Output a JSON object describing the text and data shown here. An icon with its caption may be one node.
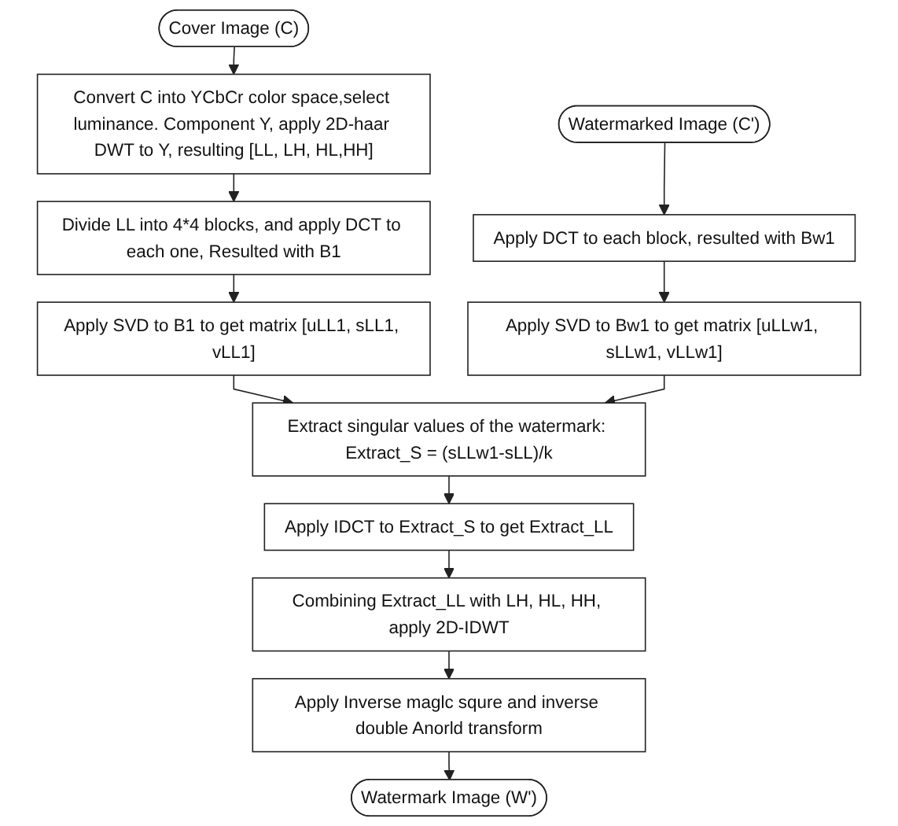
{
  "diagram": {
    "nodes": [
      {
        "text": [
          "Cover Image (C)"
        ]
      },
      {
        "text": [
          "Convert C into YCbCr color space,select luminance. Component Y, apply 2D-haar DWT to Y, resulting [LL, LH, HL,HH]"
        ]
      },
      {
        "text": [
          "Divide LL into 4*4 blocks, and apply DCT to each one, Resulted with B1"
        ]
      },
      {
        "text": [
          "Apply SVD to B1 to get matrix [uLL1, sLL1, vLL1]"
        ]
      },
      {
        "text": [
          "Watermarked Image (C')"
        ]
      },
      {
        "text": [
          "Apply DCT to each block, resulted with Bw1"
        ]
      },
      {
        "text": [
          "Apply SVD to Bw1 to get matrix [uLLw1, sLLw1, vLLw1]"
        ]
      },
      {
        "text": [
          "Extract singular values of the watermark: Extract_S = (sLLw1-sLL)/k"
        ]
      },
      {
        "text": [
          "Apply IDCT to Extract_S to get Extract_LL"
        ]
      },
      {
        "text": [
          "Combining Extract_LL with LH, HL, HH, apply 2D-IDWT"
        ]
      },
      {
        "text": [
          "Apply Inverse maglc squre and inverse double Anorld transform"
        ]
      },
      {
        "text": [
          "Watermark Image (W')"
        ]
      }
    ],
    "edges": [
      {
        "from": 0,
        "to": 1,
        "arrow": "to"
      },
      {
        "from": 1,
        "to": 2,
        "arrow": "to"
      },
      {
        "from": 2,
        "to": 3,
        "arrow": "to"
      },
      {
        "from": 3,
        "to": 7,
        "arrow": "to"
      },
      {
        "from": 4,
        "to": 5,
        "arrow": "to"
      },
      {
        "from": 5,
        "to": 6,
        "arrow": "to"
      },
      {
        "from": 6,
        "to": 7,
        "arrow": "to"
      },
      {
        "from": 7,
        "to": 8,
        "arrow": "to"
      },
      {
        "from": 8,
        "to": 9,
        "arrow": "to"
      },
      {
        "from": 9,
        "to": 10,
        "arrow": "to"
      },
      {
        "from": 10,
        "to": 11,
        "arrow": "to"
      }
    ]
  }
}
